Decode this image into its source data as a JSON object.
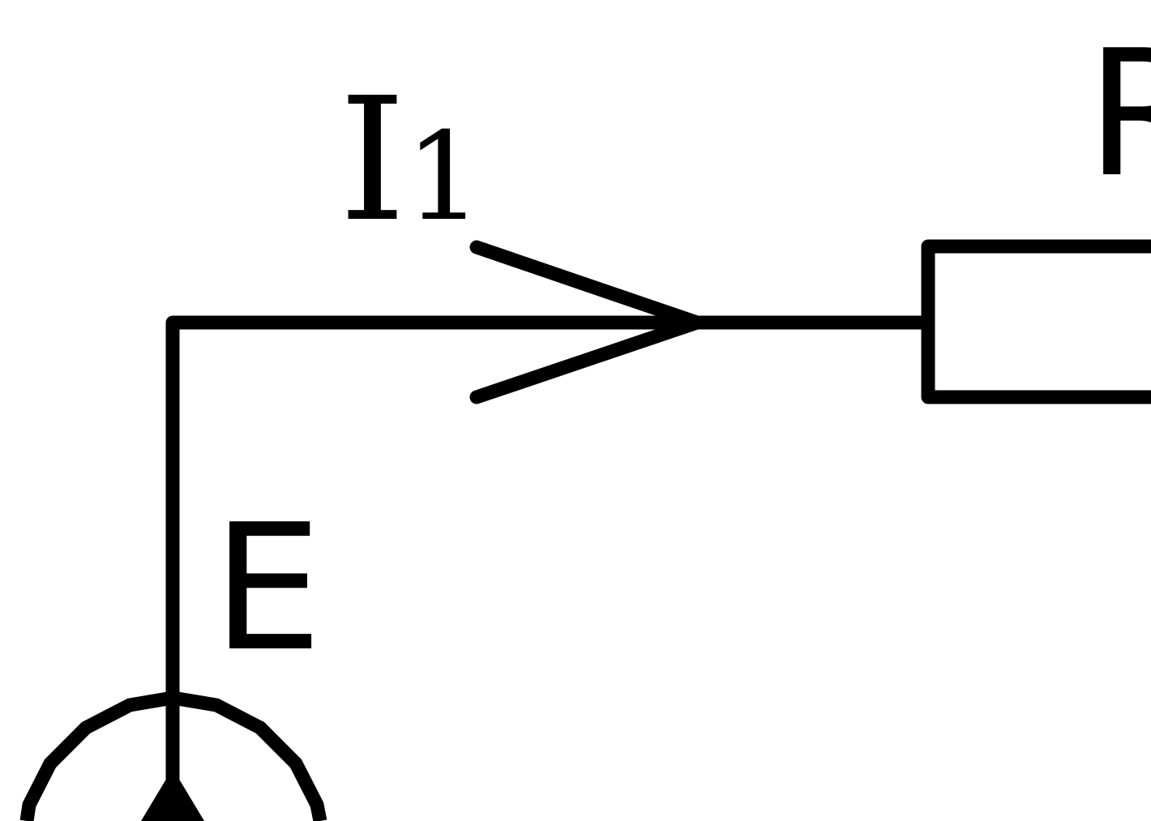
{
  "diagram": {
    "type": "circuit-schematic",
    "labels": {
      "current_symbol": "I",
      "current_subscript": "1",
      "emf": "E",
      "resistor": "R"
    },
    "colors": {
      "stroke": "#000000",
      "background": "#ffffff"
    },
    "components": {
      "voltage_source": {
        "icon": "voltage-source-icon"
      },
      "current_arrow": {
        "icon": "current-direction-arrow-icon"
      },
      "resistor": {
        "icon": "resistor-icon"
      }
    }
  }
}
